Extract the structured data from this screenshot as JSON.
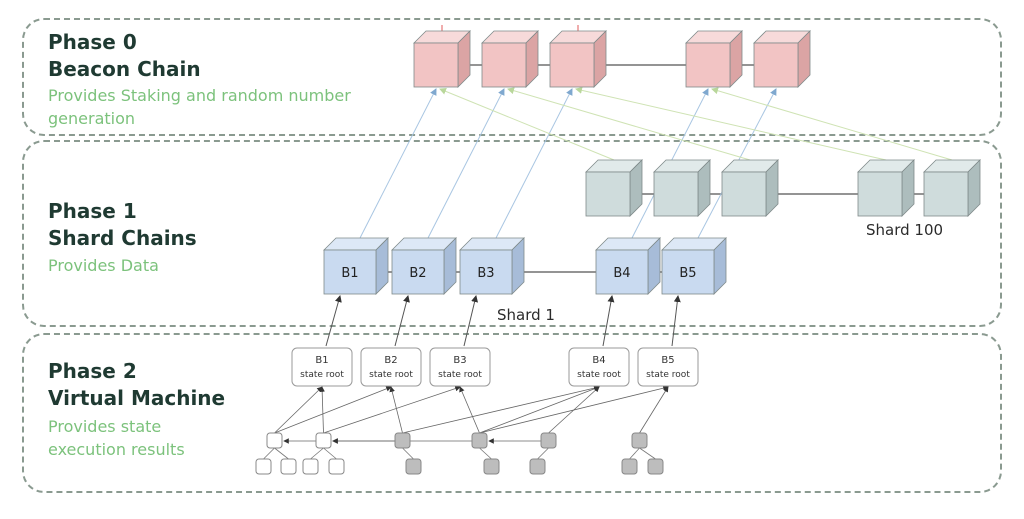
{
  "phases": [
    {
      "title_line1": "Phase 0",
      "title_line2": "Beacon Chain",
      "desc_line1": "Provides Staking and random number",
      "desc_line2": "generation"
    },
    {
      "title_line1": "Phase 1",
      "title_line2": "Shard Chains",
      "desc_line1": "Provides Data",
      "desc_line2": ""
    },
    {
      "title_line1": "Phase 2",
      "title_line2": "Virtual Machine",
      "desc_line1": "Provides state",
      "desc_line2": "execution results"
    }
  ],
  "shard1_label": "Shard 1",
  "shard100_label": "Shard 100",
  "blocks": [
    "B1",
    "B2",
    "B3",
    "B4",
    "B5"
  ],
  "state_root_boxes": [
    {
      "block": "B1",
      "label": "state root"
    },
    {
      "block": "B2",
      "label": "state root"
    },
    {
      "block": "B3",
      "label": "state root"
    },
    {
      "block": "B4",
      "label": "state root"
    },
    {
      "block": "B5",
      "label": "state root"
    }
  ],
  "colors": {
    "beacon_front": "#f2c4c4",
    "beacon_top": "#f7dada",
    "beacon_side": "#dba4a4",
    "shard100_front": "#cfdcdc",
    "shard100_top": "#e1eaea",
    "shard100_side": "#adbdbd",
    "shard1_front": "#c9daf0",
    "shard1_top": "#dde8f6",
    "shard1_side": "#a7bcd8",
    "tree_gray": "#bdbdbd",
    "title": "#1f3a32",
    "desc": "#7cc27c"
  }
}
